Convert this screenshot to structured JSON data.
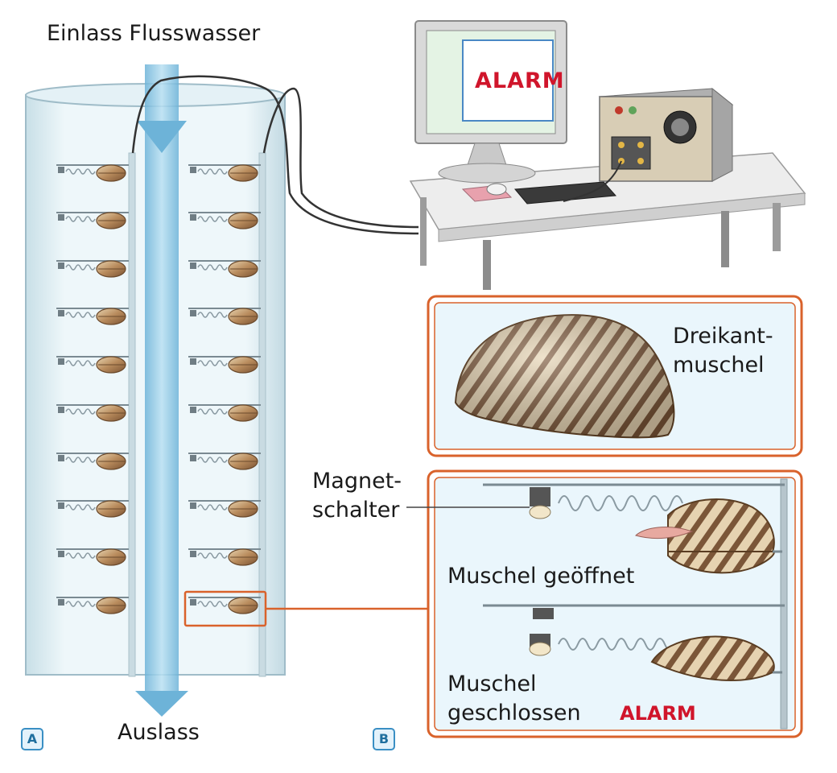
{
  "labels": {
    "inlet": "Einlass Flusswasser",
    "outlet": "Auslass",
    "species": "Dreikant- muschel",
    "magnet_switch": "Magnet- schalter",
    "mussel_open": "Muschel geöffnet",
    "mussel_closed": "Muschel geschlossen",
    "alarm_inline": "ALARM",
    "screen_alarm": "ALARM"
  },
  "markers": {
    "a": "A",
    "b": "B"
  },
  "colors": {
    "accent_orange": "#d9622b",
    "alarm_red": "#d0152b",
    "water_blue": "#8ec9e6",
    "panel_bg": "#eaf6fc",
    "tube_glass": "#d4e7ee"
  }
}
